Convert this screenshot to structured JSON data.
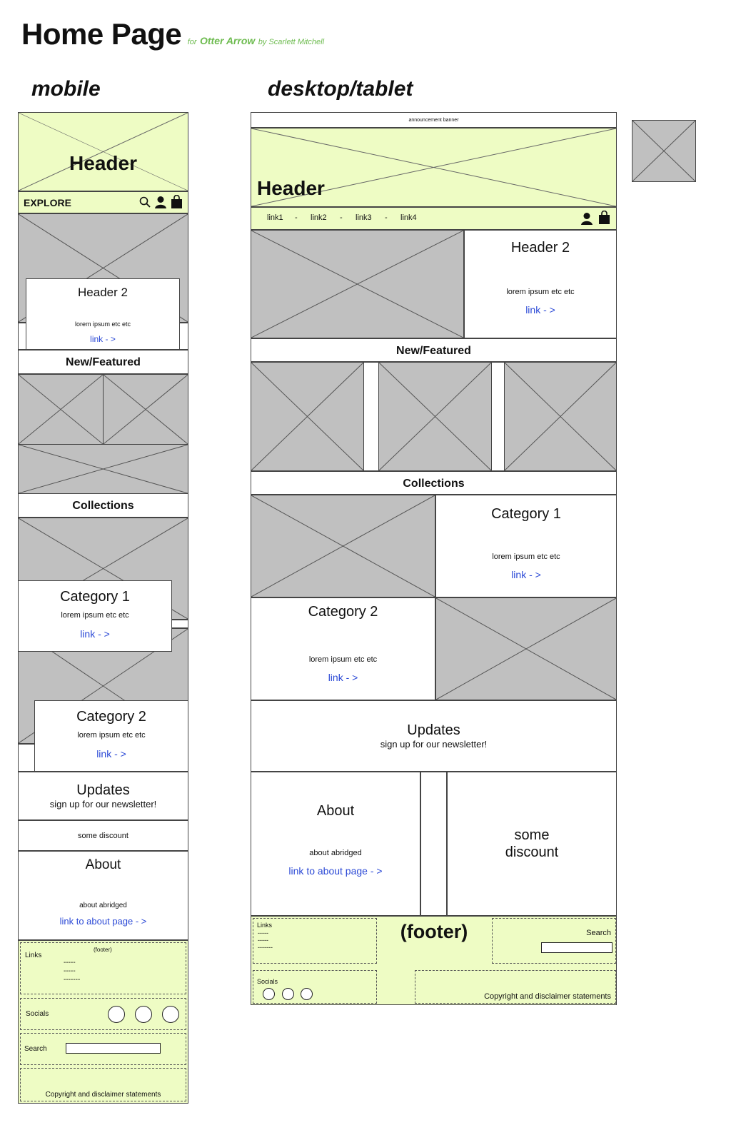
{
  "title": {
    "main": "Home Page",
    "for": "for",
    "project": "Otter Arrow",
    "by": "by Scarlett Mitchell"
  },
  "colors": {
    "lime": "#eefcc4",
    "placeholder": "#c0c0c0",
    "link": "#2b49d6",
    "accent": "#6dbb4f"
  },
  "mobile": {
    "label": "mobile",
    "header": "Header",
    "nav": {
      "explore": "EXPLORE",
      "icons": [
        "search-icon",
        "user-icon",
        "bag-icon"
      ]
    },
    "hero": {
      "title": "Header 2",
      "body": "lorem ipsum etc etc",
      "link": "link - >"
    },
    "featured": {
      "title": "New/Featured"
    },
    "collections": {
      "title": "Collections"
    },
    "category1": {
      "title": "Category 1",
      "body": "lorem ipsum etc etc",
      "link": "link - >"
    },
    "category2": {
      "title": "Category 2",
      "body": "lorem ipsum etc etc",
      "link": "link - >"
    },
    "updates": {
      "title": "Updates",
      "subtitle": "sign up for our newsletter!"
    },
    "discount": "some discount",
    "about": {
      "title": "About",
      "body": "about abridged",
      "link": "link to about page - >"
    },
    "footer": {
      "label": "(footer)",
      "links_title": "Links",
      "link_lines": [
        "-----",
        "-----",
        "-------"
      ],
      "socials": "Socials",
      "search": "Search",
      "copyright": "Copyright and disclaimer statements"
    }
  },
  "desktop": {
    "label": "desktop/tablet",
    "banner": "announcement banner",
    "header": "Header",
    "nav": {
      "links": [
        "link1",
        "link2",
        "link3",
        "link4"
      ],
      "separator": "-",
      "icons": [
        "user-icon",
        "bag-icon"
      ]
    },
    "hero": {
      "title": "Header 2",
      "body": "lorem ipsum etc etc",
      "link": "link - >"
    },
    "featured": {
      "title": "New/Featured"
    },
    "collections": {
      "title": "Collections"
    },
    "category1": {
      "title": "Category 1",
      "body": "lorem ipsum etc etc",
      "link": "link - >"
    },
    "category2": {
      "title": "Category 2",
      "body": "lorem ipsum etc etc",
      "link": "link - >"
    },
    "updates": {
      "title": "Updates",
      "subtitle": "sign up for our newsletter!"
    },
    "about": {
      "title": "About",
      "body": "about abridged",
      "link": "link to about page - >"
    },
    "discount": {
      "line1": "some",
      "line2": "discount"
    },
    "footer": {
      "label": "(footer)",
      "links_title": "Links",
      "link_lines": [
        "-----",
        "-----",
        "-------"
      ],
      "socials": "Socials",
      "search": "Search",
      "copyright": "Copyright and disclaimer statements"
    }
  }
}
